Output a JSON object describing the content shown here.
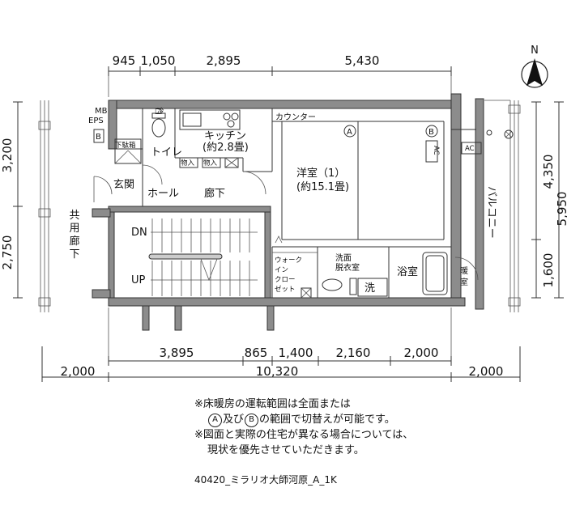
{
  "dimensions": {
    "top": [
      "945",
      "1,050",
      "2,895",
      "5,430"
    ],
    "left": [
      "3,200",
      "2,750"
    ],
    "right": [
      "4,350",
      "5,950",
      "1,600"
    ],
    "bottom_upper": [
      "3,895",
      "865",
      "1,400",
      "2,160",
      "2,000"
    ],
    "bottom_lower": [
      "2,000",
      "10,320",
      "2,000"
    ]
  },
  "rooms": {
    "mb": "MB",
    "eps": "EPS",
    "b_box": "B",
    "shoe_box": "下駄箱",
    "entrance": "玄関",
    "toilet": "トイレ",
    "hall": "ホール",
    "corridor": "廊下",
    "kitchen": "キッチン",
    "kitchen_size": "(約2.8畳)",
    "storage1": "物入",
    "storage2": "物入",
    "counter": "カウンター",
    "western": "洋室（1）",
    "western_size": "(約15.1畳)",
    "zone_a": "A",
    "zone_b": "B",
    "ac_unit": "AC",
    "ac_outdoor": "AC",
    "balcony": "バルコニー",
    "walkin": [
      "ウォーク",
      "イン",
      "クロー",
      "ゼット"
    ],
    "washroom": [
      "洗面",
      "脱衣室"
    ],
    "wash": "洗",
    "bath": "浴室",
    "dryer": [
      "暖",
      "室"
    ],
    "shared_corridor": [
      "共",
      "用",
      "廊",
      "下"
    ],
    "stairs_down": "DN",
    "stairs_up": "UP",
    "refrigerator": "冷",
    "north": "N"
  },
  "notes": {
    "line1": "※床暖房の運転範囲は全面または",
    "line2_mark_a": "A",
    "line2_mid": "及び",
    "line2_mark_b": "B",
    "line2_rest": "の範囲で切替えが可能です。",
    "line3": "※図面と実際の住宅が異なる場合については、",
    "line4": "現状を優先させていただきます。"
  },
  "plan_code": "40420_ミラリオ大師河原_A_1K"
}
